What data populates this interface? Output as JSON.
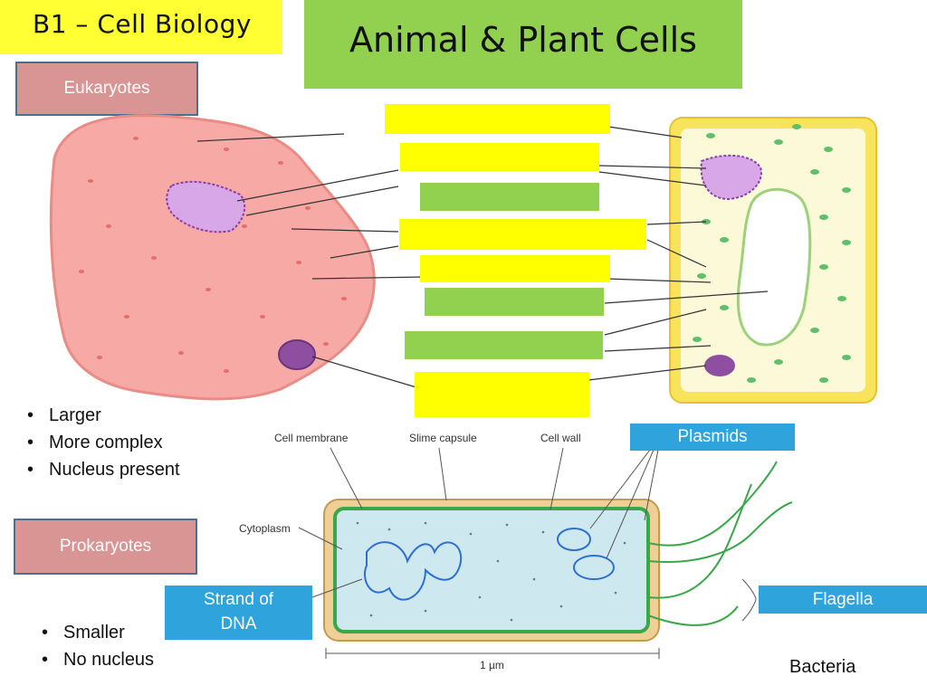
{
  "header": {
    "topic": "B1 – Cell Biology",
    "title": "Animal & Plant Cells"
  },
  "categories": {
    "eukaryotes": "Eukaryotes",
    "prokaryotes": "Prokaryotes"
  },
  "eukaryote_points": [
    "Larger",
    "More complex",
    "Nucleus present"
  ],
  "prokaryote_points": [
    "Smaller",
    "No nucleus"
  ],
  "label_blanks": [
    "yellow",
    "yellow",
    "green",
    "yellow",
    "yellow",
    "green",
    "green",
    "yellow"
  ],
  "bacteria_diagram": {
    "cell_membrane": "Cell membrane",
    "slime_capsule": "Slime capsule",
    "cell_wall": "Cell wall",
    "cytoplasm": "Cytoplasm",
    "scale": "1 µm",
    "plasmids": "Plasmids",
    "strand_of_dna": "Strand of DNA",
    "flagella": "Flagella",
    "caption": "Bacteria"
  },
  "colors": {
    "topic_bg": "#ffff33",
    "title_bg": "#92d050",
    "category_bg": "#d99594",
    "label_blue": "#2ea3dc",
    "animal_cell": "#f6a9a5",
    "plant_wall": "#f8e45c"
  }
}
